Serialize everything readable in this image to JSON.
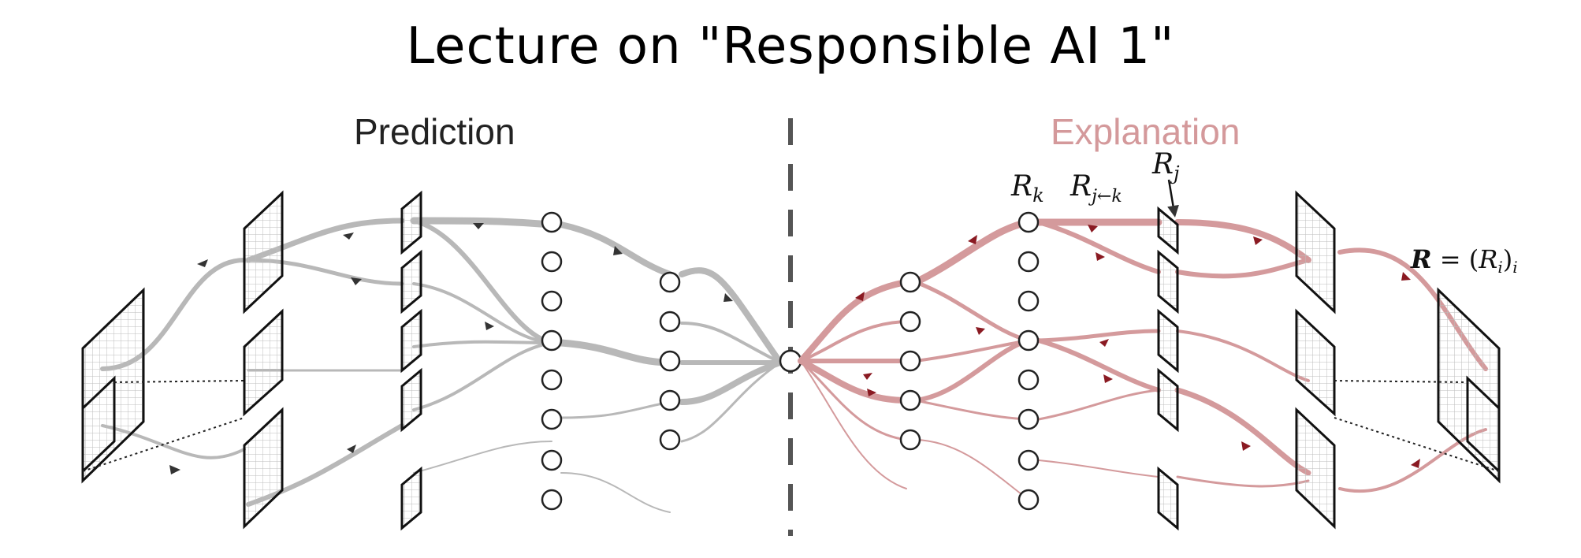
{
  "title": "Lecture on \"Responsible AI 1\"",
  "labels": {
    "prediction": "Prediction",
    "explanation": "Explanation"
  },
  "math": {
    "r_k": "R",
    "r_k_sub": "k",
    "r_jk": "R",
    "r_jk_sub": "j←k",
    "r_j": "R",
    "r_j_sub": "j",
    "r_bold": "R",
    "r_eq": " = (",
    "r_i": "R",
    "r_i_sub": "i",
    "r_close": ")",
    "r_outer_sub": "i"
  },
  "colors": {
    "prediction_flow": "#b8b8b8",
    "explanation_flow": "#d49a9c",
    "explanation_arrow": "#8a1a22",
    "prediction_arrow": "#333333",
    "node_stroke": "#222222"
  }
}
